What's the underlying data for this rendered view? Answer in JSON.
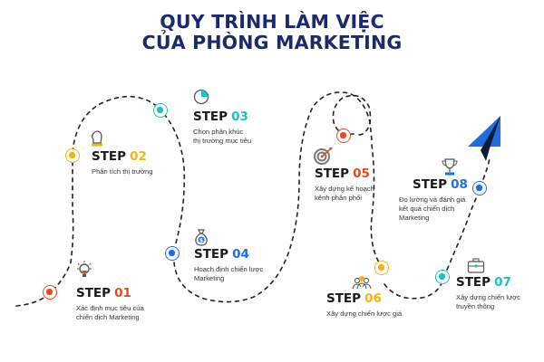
{
  "title": {
    "line1": "QUY TRÌNH LÀM VIỆC",
    "line2": "CỦA PHÒNG MARKETING"
  },
  "colors": {
    "title": "#1b2a6b",
    "step01": "#e84a1f",
    "step02": "#f2b21a",
    "step03": "#1ec0c8",
    "step04": "#1e6ee0",
    "step05": "#e84a1f",
    "step06": "#f2b21a",
    "step07": "#1ec0c8",
    "step08": "#1e6ee0",
    "path": "#222222",
    "plane": "#1e6ee0"
  },
  "steps": [
    {
      "label": "STEP",
      "number": "01",
      "description": "Xác định mục tiêu của\nchiến dịch Marketing",
      "icon": "lightbulb-icon"
    },
    {
      "label": "STEP",
      "number": "02",
      "description": "Phân tích thị trường",
      "icon": "chess-knight-icon"
    },
    {
      "label": "STEP",
      "number": "03",
      "description": "Chọn phân khúc\nthị trường mục tiêu",
      "icon": "pie-chart-icon"
    },
    {
      "label": "STEP",
      "number": "04",
      "description": "Hoạch định chiến lược\nMarketing",
      "icon": "money-bag-icon"
    },
    {
      "label": "STEP",
      "number": "05",
      "description": "Xây dựng kế hoạch\nkênh phân phối",
      "icon": "target-icon"
    },
    {
      "label": "STEP",
      "number": "06",
      "description": "Xây dựng chiến lược giá",
      "icon": "people-group-icon"
    },
    {
      "label": "STEP",
      "number": "07",
      "description": "Xây dựng chiến lược\ntruyền thông",
      "icon": "briefcase-icon"
    },
    {
      "label": "STEP",
      "number": "08",
      "description": "Đo lường và đánh giá\nkết quả chiến dịch\nMarketing",
      "icon": "trophy-icon"
    }
  ],
  "end_icon": "paper-plane-icon"
}
